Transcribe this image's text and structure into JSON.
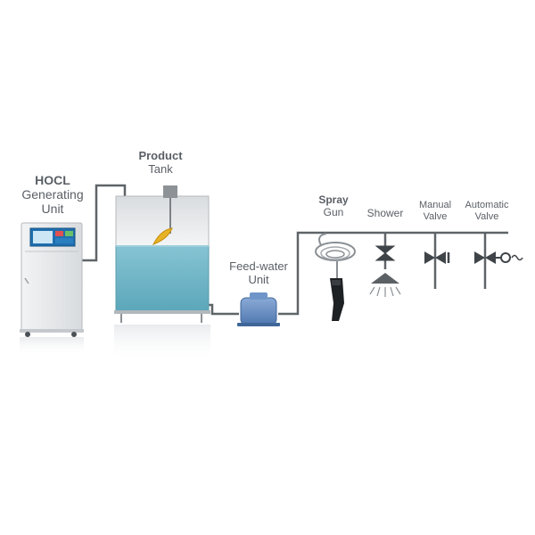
{
  "labels": {
    "hocl": {
      "line1": "HOCL",
      "line2": "Generating",
      "line3": "Unit"
    },
    "product_tank": {
      "line1": "Product",
      "line2": "Tank"
    },
    "feed_water": {
      "line1": "Feed-water",
      "line2": "Unit"
    },
    "spray_gun": {
      "line1": "Spray",
      "line2": "Gun"
    },
    "shower": {
      "line1": "Shower"
    },
    "manual_valve": {
      "line1": "Manual",
      "line2": "Valve"
    },
    "automatic_valve": {
      "line1": "Automatic",
      "line2": "Valve"
    }
  },
  "colors": {
    "pipe": "#5f6468",
    "tank_water": "#6fb7c8",
    "tank_body": "#e6e8ea",
    "pump": "#6f95c8",
    "valve": "#3f4449",
    "hocl_panel": "#2a7fc0",
    "text": "#5a5f66"
  }
}
